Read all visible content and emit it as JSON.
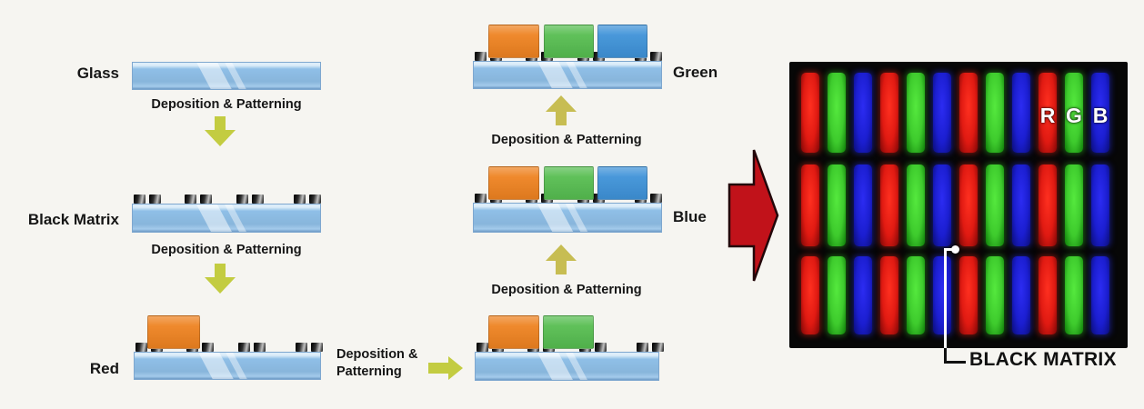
{
  "palette": {
    "glass_blue": "#8fbfe7",
    "block_orange": "#ee8220",
    "block_green": "#56bd50",
    "block_blue": "#3e92d8",
    "arrow_yellow_green": "#c3cc41",
    "arrow_olive": "#c7bd52",
    "big_arrow_red": "#c1121a",
    "stripe_red": "#e01a12",
    "stripe_green": "#3ecb2d",
    "stripe_blue": "#1b1ed0",
    "photo_black": "#070707",
    "text_color": "#161616"
  },
  "diagram": {
    "step_label": "Deposition & Patterning",
    "step_label_break": "Deposition &\nPatterning",
    "stage_labels": {
      "glass": "Glass",
      "black_matrix": "Black Matrix",
      "red": "Red",
      "green": "Green",
      "blue": "Blue"
    }
  },
  "photo": {
    "rgb_letters": {
      "r": "R",
      "g": "G",
      "b": "B"
    },
    "callout_label": "BLACK MATRIX",
    "rows": 3,
    "stripe_pattern": [
      "R",
      "G",
      "B",
      "R",
      "G",
      "B",
      "R",
      "G",
      "B",
      "R",
      "G",
      "B"
    ]
  }
}
